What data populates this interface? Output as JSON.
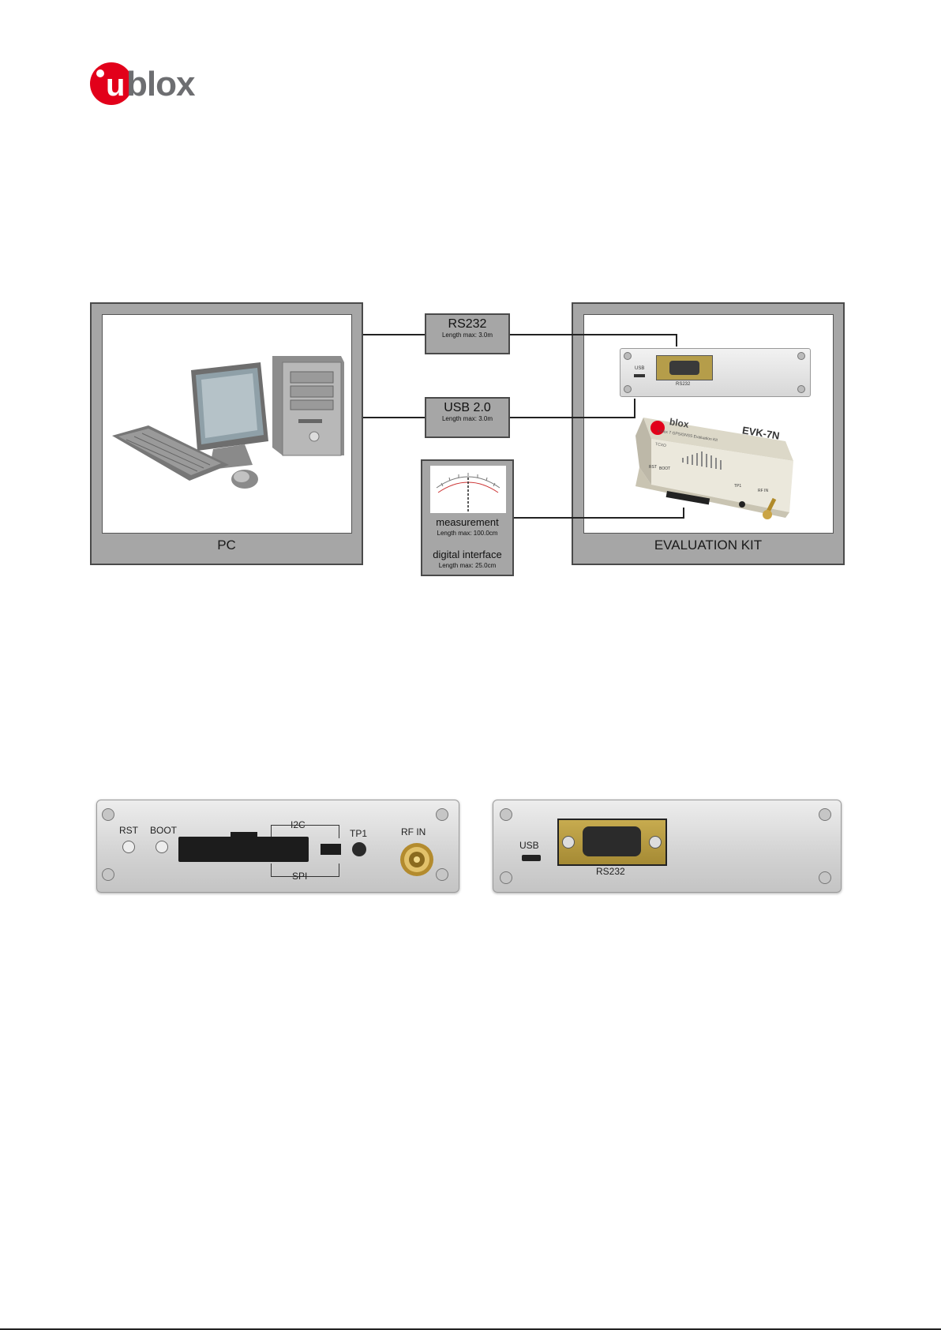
{
  "logo": {
    "u": "u",
    "text": "blox"
  },
  "diagram": {
    "pc_label": "PC",
    "kit_label": "EVALUATION KIT",
    "cables": [
      {
        "title": "RS232",
        "sub": "Length max: 3.0m"
      },
      {
        "title": "USB 2.0",
        "sub": "Length max: 3.0m"
      }
    ],
    "measurement": {
      "title": "measurement",
      "sub": "Length max: 100.0cm",
      "title2": "digital interface",
      "sub2": "Length max: 25.0cm"
    },
    "kit_small": {
      "usb": "USB",
      "rs232": "RS232",
      "rst": "RST",
      "boot": "BOOT",
      "tp1": "TP1",
      "rfin": "RF IN"
    },
    "evk_box": {
      "brand": "blox",
      "model": "EVK-7N",
      "desc": "u-blox 7 GPS/GNSS Evaluation Kit",
      "tcxo": "TCXO"
    }
  },
  "front_panel": {
    "rst": "RST",
    "boot": "BOOT",
    "i2c": "I2C",
    "spi": "SPI",
    "tp1": "TP1",
    "rfin": "RF IN"
  },
  "back_panel": {
    "usb": "USB",
    "rs232": "RS232"
  }
}
